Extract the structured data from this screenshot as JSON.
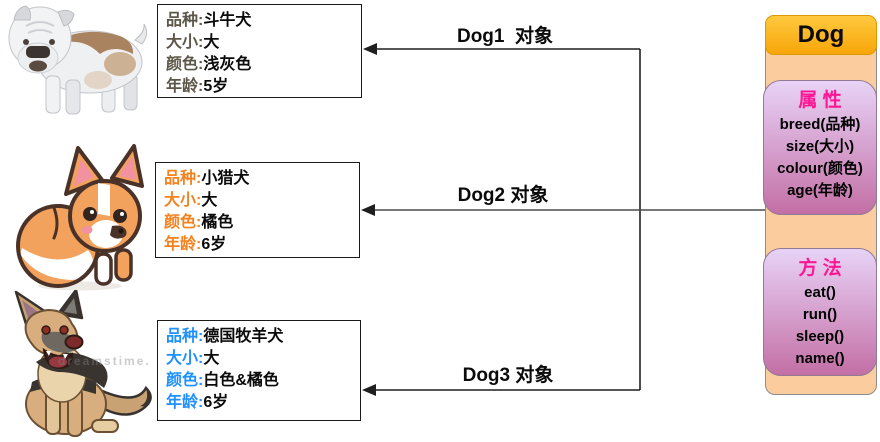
{
  "diagram": {
    "separator": ":",
    "class_panel": {
      "title": "Dog",
      "attributes_title": "属 性",
      "attributes": [
        "breed(品种)",
        "size(大小)",
        "colour(颜色)",
        "age(年龄)"
      ],
      "methods_title": "方 法",
      "methods": [
        "eat()",
        "run()",
        "sleep()",
        "name()"
      ]
    },
    "objects": [
      {
        "arrow_label": "Dog1  对象",
        "image": "bulldog-clipart",
        "fields": [
          {
            "label": "品种",
            "value": "斗牛犬"
          },
          {
            "label": "大小",
            "value": "大"
          },
          {
            "label": "颜色",
            "value": "浅灰色"
          },
          {
            "label": "年龄",
            "value": "5岁"
          }
        ]
      },
      {
        "arrow_label": "Dog2 对象",
        "image": "corgi-puppy-clipart",
        "fields": [
          {
            "label": "品种",
            "value": "小猎犬"
          },
          {
            "label": "大小",
            "value": "大"
          },
          {
            "label": "颜色",
            "value": "橘色"
          },
          {
            "label": "年龄",
            "value": "6岁"
          }
        ]
      },
      {
        "arrow_label": "Dog3 对象",
        "image": "german-shepherd-clipart",
        "fields": [
          {
            "label": "品种",
            "value": "德国牧羊犬"
          },
          {
            "label": "大小",
            "value": "大"
          },
          {
            "label": "颜色",
            "value": "白色&橘色"
          },
          {
            "label": "年龄",
            "value": "6岁"
          }
        ]
      }
    ],
    "watermark": "dreamstime.",
    "colors": {
      "header_bg_top": "#FFC93F",
      "header_bg_bottom": "#F7A608",
      "panel_bg": "#FACC9E",
      "box_gradient_top": "#E8D3F7",
      "box_gradient_bottom": "#C36FA5",
      "section_title": "#FF1694",
      "dog1_label": "#5C5748",
      "dog2_label": "#F5821F",
      "dog3_label": "#1E90FF",
      "box_border": "#1a1a1a",
      "arrow": "#1f1f1f"
    }
  }
}
